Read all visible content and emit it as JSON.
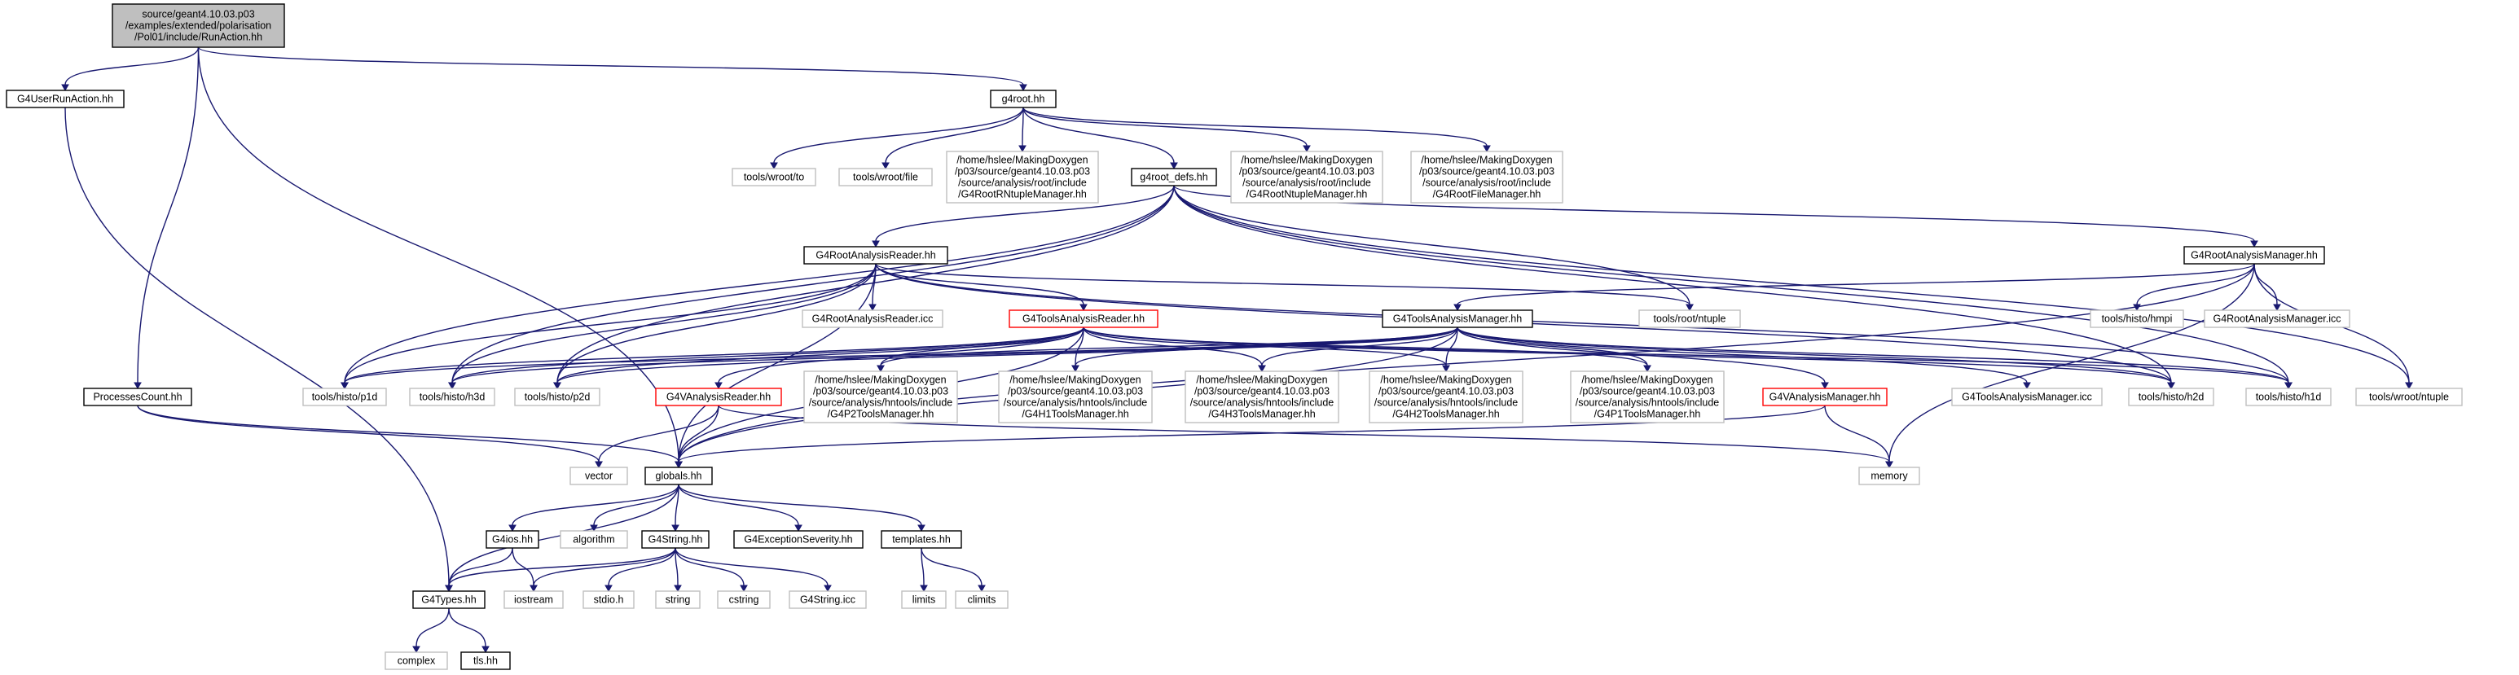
{
  "graph": {
    "nodes": [
      {
        "id": "root",
        "lines": [
          "source/geant4.10.03.p03",
          "/examples/extended/polarisation",
          "/Pol01/include/RunAction.hh"
        ],
        "style": "root"
      },
      {
        "id": "usrrun",
        "lines": [
          "G4UserRunAction.hh"
        ],
        "style": "normal"
      },
      {
        "id": "g4root",
        "lines": [
          "g4root.hh"
        ],
        "style": "normal"
      },
      {
        "id": "wrootto",
        "lines": [
          "tools/wroot/to"
        ],
        "style": "missing"
      },
      {
        "id": "wrootfile",
        "lines": [
          "tools/wroot/file"
        ],
        "style": "missing"
      },
      {
        "id": "rntuplemgr",
        "lines": [
          "/home/hslee/MakingDoxygen",
          "/p03/source/geant4.10.03.p03",
          "/source/analysis/root/include",
          "/G4RootRNtupleManager.hh"
        ],
        "style": "missing"
      },
      {
        "id": "rootdefs",
        "lines": [
          "g4root_defs.hh"
        ],
        "style": "normal"
      },
      {
        "id": "ntuplemgr",
        "lines": [
          "/home/hslee/MakingDoxygen",
          "/p03/source/geant4.10.03.p03",
          "/source/analysis/root/include",
          "/G4RootNtupleManager.hh"
        ],
        "style": "missing"
      },
      {
        "id": "filemgr",
        "lines": [
          "/home/hslee/MakingDoxygen",
          "/p03/source/geant4.10.03.p03",
          "/source/analysis/root/include",
          "/G4RootFileManager.hh"
        ],
        "style": "missing"
      },
      {
        "id": "rootreader",
        "lines": [
          "G4RootAnalysisReader.hh"
        ],
        "style": "normal"
      },
      {
        "id": "rootmgr",
        "lines": [
          "G4RootAnalysisManager.hh"
        ],
        "style": "normal"
      },
      {
        "id": "readericc",
        "lines": [
          "G4RootAnalysisReader.icc"
        ],
        "style": "missing"
      },
      {
        "id": "toolsreader",
        "lines": [
          "G4ToolsAnalysisReader.hh"
        ],
        "style": "truncated"
      },
      {
        "id": "toolsmgr",
        "lines": [
          "G4ToolsAnalysisManager.hh"
        ],
        "style": "normal"
      },
      {
        "id": "rootntuple",
        "lines": [
          "tools/root/ntuple"
        ],
        "style": "missing"
      },
      {
        "id": "hmpi",
        "lines": [
          "tools/histo/hmpi"
        ],
        "style": "missing"
      },
      {
        "id": "mgricc",
        "lines": [
          "G4RootAnalysisManager.icc"
        ],
        "style": "missing"
      },
      {
        "id": "processes",
        "lines": [
          "ProcessesCount.hh"
        ],
        "style": "normal"
      },
      {
        "id": "p1d",
        "lines": [
          "tools/histo/p1d"
        ],
        "style": "missing"
      },
      {
        "id": "h3d",
        "lines": [
          "tools/histo/h3d"
        ],
        "style": "missing"
      },
      {
        "id": "p2d",
        "lines": [
          "tools/histo/p2d"
        ],
        "style": "missing"
      },
      {
        "id": "vreader",
        "lines": [
          "G4VAnalysisReader.hh"
        ],
        "style": "truncated"
      },
      {
        "id": "p2tools",
        "lines": [
          "/home/hslee/MakingDoxygen",
          "/p03/source/geant4.10.03.p03",
          "/source/analysis/hntools/include",
          "/G4P2ToolsManager.hh"
        ],
        "style": "missing"
      },
      {
        "id": "h1tools",
        "lines": [
          "/home/hslee/MakingDoxygen",
          "/p03/source/geant4.10.03.p03",
          "/source/analysis/hntools/include",
          "/G4H1ToolsManager.hh"
        ],
        "style": "missing"
      },
      {
        "id": "h3tools",
        "lines": [
          "/home/hslee/MakingDoxygen",
          "/p03/source/geant4.10.03.p03",
          "/source/analysis/hntools/include",
          "/G4H3ToolsManager.hh"
        ],
        "style": "missing"
      },
      {
        "id": "h2tools",
        "lines": [
          "/home/hslee/MakingDoxygen",
          "/p03/source/geant4.10.03.p03",
          "/source/analysis/hntools/include",
          "/G4H2ToolsManager.hh"
        ],
        "style": "missing"
      },
      {
        "id": "p1tools",
        "lines": [
          "/home/hslee/MakingDoxygen",
          "/p03/source/geant4.10.03.p03",
          "/source/analysis/hntools/include",
          "/G4P1ToolsManager.hh"
        ],
        "style": "missing"
      },
      {
        "id": "vmgr",
        "lines": [
          "G4VAnalysisManager.hh"
        ],
        "style": "truncated"
      },
      {
        "id": "toolsicc",
        "lines": [
          "G4ToolsAnalysisManager.icc"
        ],
        "style": "missing"
      },
      {
        "id": "h2d",
        "lines": [
          "tools/histo/h2d"
        ],
        "style": "missing"
      },
      {
        "id": "h1d",
        "lines": [
          "tools/histo/h1d"
        ],
        "style": "missing"
      },
      {
        "id": "wrootntuple",
        "lines": [
          "tools/wroot/ntuple"
        ],
        "style": "missing"
      },
      {
        "id": "vector",
        "lines": [
          "vector"
        ],
        "style": "missing"
      },
      {
        "id": "globals",
        "lines": [
          "globals.hh"
        ],
        "style": "normal"
      },
      {
        "id": "memory",
        "lines": [
          "memory"
        ],
        "style": "missing"
      },
      {
        "id": "g4ios",
        "lines": [
          "G4ios.hh"
        ],
        "style": "normal"
      },
      {
        "id": "algorithm",
        "lines": [
          "algorithm"
        ],
        "style": "missing"
      },
      {
        "id": "g4string",
        "lines": [
          "G4String.hh"
        ],
        "style": "normal"
      },
      {
        "id": "severity",
        "lines": [
          "G4ExceptionSeverity.hh"
        ],
        "style": "normal"
      },
      {
        "id": "templates",
        "lines": [
          "templates.hh"
        ],
        "style": "normal"
      },
      {
        "id": "types",
        "lines": [
          "G4Types.hh"
        ],
        "style": "normal"
      },
      {
        "id": "iostream",
        "lines": [
          "iostream"
        ],
        "style": "missing"
      },
      {
        "id": "stdio",
        "lines": [
          "stdio.h"
        ],
        "style": "missing"
      },
      {
        "id": "string",
        "lines": [
          "string"
        ],
        "style": "missing"
      },
      {
        "id": "cstring",
        "lines": [
          "cstring"
        ],
        "style": "missing"
      },
      {
        "id": "stringicc",
        "lines": [
          "G4String.icc"
        ],
        "style": "missing"
      },
      {
        "id": "limits",
        "lines": [
          "limits"
        ],
        "style": "missing"
      },
      {
        "id": "climits",
        "lines": [
          "climits"
        ],
        "style": "missing"
      },
      {
        "id": "complex",
        "lines": [
          "complex"
        ],
        "style": "missing"
      },
      {
        "id": "tls",
        "lines": [
          "tls.hh"
        ],
        "style": "normal"
      }
    ],
    "edges": [
      [
        "root",
        "usrrun"
      ],
      [
        "root",
        "g4root"
      ],
      [
        "root",
        "processes"
      ],
      [
        "root",
        "globals"
      ],
      [
        "usrrun",
        "types"
      ],
      [
        "g4root",
        "wrootto"
      ],
      [
        "g4root",
        "wrootfile"
      ],
      [
        "g4root",
        "rntuplemgr"
      ],
      [
        "g4root",
        "rootdefs"
      ],
      [
        "g4root",
        "ntuplemgr"
      ],
      [
        "g4root",
        "filemgr"
      ],
      [
        "rootdefs",
        "rootreader"
      ],
      [
        "rootdefs",
        "rootmgr"
      ],
      [
        "rootdefs",
        "rootntuple"
      ],
      [
        "rootdefs",
        "wrootntuple"
      ],
      [
        "rootdefs",
        "p1d"
      ],
      [
        "rootdefs",
        "h3d"
      ],
      [
        "rootdefs",
        "p2d"
      ],
      [
        "rootdefs",
        "h2d"
      ],
      [
        "rootdefs",
        "h1d"
      ],
      [
        "rootreader",
        "readericc"
      ],
      [
        "rootreader",
        "toolsreader"
      ],
      [
        "rootreader",
        "rootntuple"
      ],
      [
        "rootreader",
        "globals"
      ],
      [
        "rootreader",
        "p1d"
      ],
      [
        "rootreader",
        "h3d"
      ],
      [
        "rootreader",
        "p2d"
      ],
      [
        "rootreader",
        "h2d"
      ],
      [
        "rootreader",
        "h1d"
      ],
      [
        "rootmgr",
        "toolsmgr"
      ],
      [
        "rootmgr",
        "hmpi"
      ],
      [
        "rootmgr",
        "mgricc"
      ],
      [
        "rootmgr",
        "wrootntuple"
      ],
      [
        "rootmgr",
        "globals"
      ],
      [
        "rootmgr",
        "memory"
      ],
      [
        "toolsreader",
        "vreader"
      ],
      [
        "toolsreader",
        "p2tools"
      ],
      [
        "toolsreader",
        "h1tools"
      ],
      [
        "toolsreader",
        "h3tools"
      ],
      [
        "toolsreader",
        "h2tools"
      ],
      [
        "toolsreader",
        "p1tools"
      ],
      [
        "toolsreader",
        "globals"
      ],
      [
        "toolsreader",
        "p1d"
      ],
      [
        "toolsreader",
        "h3d"
      ],
      [
        "toolsreader",
        "p2d"
      ],
      [
        "toolsreader",
        "h2d"
      ],
      [
        "toolsreader",
        "h1d"
      ],
      [
        "toolsmgr",
        "vmgr"
      ],
      [
        "toolsmgr",
        "toolsicc"
      ],
      [
        "toolsmgr",
        "p2tools"
      ],
      [
        "toolsmgr",
        "h1tools"
      ],
      [
        "toolsmgr",
        "h3tools"
      ],
      [
        "toolsmgr",
        "h2tools"
      ],
      [
        "toolsmgr",
        "p1tools"
      ],
      [
        "toolsmgr",
        "globals"
      ],
      [
        "toolsmgr",
        "p1d"
      ],
      [
        "toolsmgr",
        "h3d"
      ],
      [
        "toolsmgr",
        "p2d"
      ],
      [
        "toolsmgr",
        "h2d"
      ],
      [
        "toolsmgr",
        "h1d"
      ],
      [
        "processes",
        "globals"
      ],
      [
        "processes",
        "vector"
      ],
      [
        "vreader",
        "globals"
      ],
      [
        "vreader",
        "vector"
      ],
      [
        "vreader",
        "memory"
      ],
      [
        "vmgr",
        "globals"
      ],
      [
        "vmgr",
        "memory"
      ],
      [
        "globals",
        "g4ios"
      ],
      [
        "globals",
        "algorithm"
      ],
      [
        "globals",
        "g4string"
      ],
      [
        "globals",
        "severity"
      ],
      [
        "globals",
        "templates"
      ],
      [
        "globals",
        "types"
      ],
      [
        "g4ios",
        "types"
      ],
      [
        "g4ios",
        "iostream"
      ],
      [
        "g4string",
        "types"
      ],
      [
        "g4string",
        "iostream"
      ],
      [
        "g4string",
        "stdio"
      ],
      [
        "g4string",
        "string"
      ],
      [
        "g4string",
        "cstring"
      ],
      [
        "g4string",
        "stringicc"
      ],
      [
        "templates",
        "limits"
      ],
      [
        "templates",
        "climits"
      ],
      [
        "types",
        "complex"
      ],
      [
        "types",
        "tls"
      ]
    ],
    "colors": {
      "edge": "#191970",
      "normal_border": "#000000",
      "missing_border": "#bfbfbf",
      "truncated_border": "#ff0000",
      "root_fill": "#bfbfbf"
    }
  }
}
